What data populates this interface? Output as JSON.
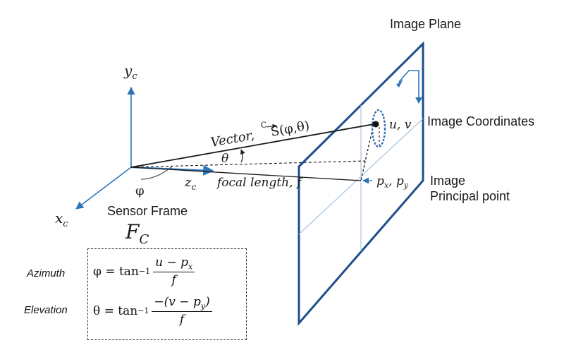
{
  "labels": {
    "image_plane": "Image Plane",
    "image_coordinates": "Image Coordinates",
    "image_principal_line1": "Image",
    "image_principal_line2": "Principal point",
    "y_axis": "y",
    "y_sub": "c",
    "x_axis": "x",
    "x_sub": "c",
    "z_axis": "z",
    "z_sub": "c",
    "phi": "φ",
    "theta": "θ",
    "sensor_frame": "Sensor Frame",
    "frame_symbol": "F",
    "frame_sub": "C",
    "vector_label": "Vector,",
    "vector_sup": "C",
    "vector_expr": "S(φ,θ)",
    "focal_length": "focal length, f",
    "uv": "u, v",
    "pxpy": "p",
    "pxpy_x": "x",
    "pxpy_comma": ", p",
    "pxpy_y": "y"
  },
  "formulas": {
    "azimuth_label": "Azimuth",
    "elevation_label": "Elevation",
    "azimuth_lhs": "φ = tan",
    "azimuth_exp": "−1",
    "azimuth_num": "u − p",
    "azimuth_num_sub": "x",
    "azimuth_den": "f",
    "elevation_lhs": "θ = tan",
    "elevation_exp": "−1",
    "elevation_num": "−(v − p",
    "elevation_num_sub": "y",
    "elevation_num_tail": ")",
    "elevation_den": "f"
  },
  "colors": {
    "axis_blue": "#2e75b6",
    "plane_blue": "#1f4e8c",
    "grid_light": "#a9c4e0",
    "dot_blue": "#2e6db4",
    "ink": "#1a1a1a"
  }
}
